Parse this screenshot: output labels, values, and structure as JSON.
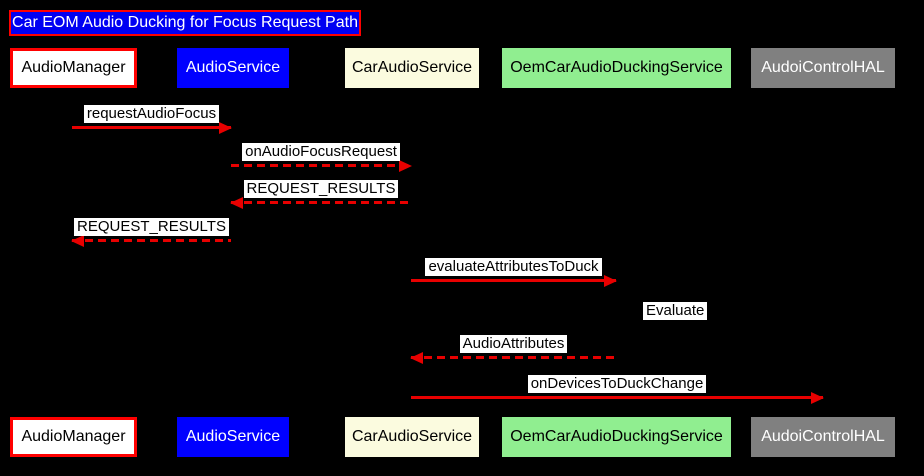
{
  "title": {
    "text": "Car EOM Audio Ducking for Focus Request Path"
  },
  "colors": {
    "background": "#000000",
    "arrow": "#e80000",
    "title_fill": "#0000f2",
    "title_border": "#ff0000",
    "title_text": "#ffffff",
    "message_label_bg": "#ffffff",
    "message_label_text": "#000000"
  },
  "participants": [
    {
      "id": "audio-manager",
      "label": "AudioManager",
      "fill": "#ffffff",
      "border": "#ff0000",
      "text_color": "#000000"
    },
    {
      "id": "audio-service",
      "label": "AudioService",
      "fill": "#0000ff",
      "border": "#0000ff",
      "text_color": "#ffffff"
    },
    {
      "id": "car-audio-service",
      "label": "CarAudioService",
      "fill": "#fbfbdf",
      "border": "#fbfbdf",
      "text_color": "#000000"
    },
    {
      "id": "oem-car-audio-ducking-service",
      "label": "OemCarAudioDuckingService",
      "fill": "#90ee90",
      "border": "#90ee90",
      "text_color": "#000000"
    },
    {
      "id": "audoi-control-hal",
      "label": "AudoiControlHAL",
      "fill": "#808080",
      "border": "#808080",
      "text_color": "#ffffff"
    }
  ],
  "messages": [
    {
      "from": "AudioManager",
      "to": "AudioService",
      "label": "requestAudioFocus",
      "line": "solid",
      "direction": "right"
    },
    {
      "from": "AudioService",
      "to": "CarAudioService",
      "label": "onAudioFocusRequest",
      "line": "dashed",
      "direction": "right"
    },
    {
      "from": "CarAudioService",
      "to": "AudioService",
      "label": "REQUEST_RESULTS",
      "line": "dashed",
      "direction": "left"
    },
    {
      "from": "AudioService",
      "to": "AudioManager",
      "label": "REQUEST_RESULTS",
      "line": "dashed",
      "direction": "left"
    },
    {
      "from": "CarAudioService",
      "to": "OemCarAudioDuckingService",
      "label": "evaluateAttributesToDuck",
      "line": "solid",
      "direction": "right"
    },
    {
      "from": "OemCarAudioDuckingService",
      "to": "OemCarAudioDuckingService",
      "label": "Evaluate",
      "line": "none",
      "direction": "self"
    },
    {
      "from": "OemCarAudioDuckingService",
      "to": "CarAudioService",
      "label": "AudioAttributes",
      "line": "dashed",
      "direction": "left"
    },
    {
      "from": "CarAudioService",
      "to": "AudoiControlHAL",
      "label": "onDevicesToDuckChange",
      "line": "solid",
      "direction": "right"
    }
  ]
}
